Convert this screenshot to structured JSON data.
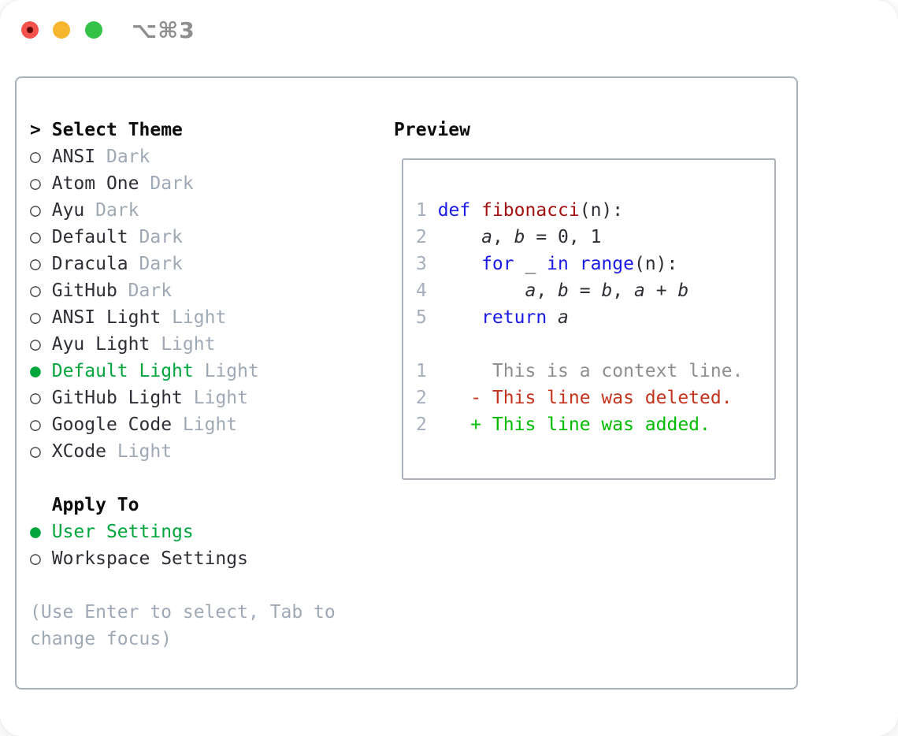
{
  "titlebar": {
    "shortcut": "⌥⌘3",
    "traffic_lights": [
      "close",
      "minimize",
      "zoom"
    ],
    "close_has_unsaved_dot": true
  },
  "colors": {
    "text": "#2e2e36",
    "heading": "#0b0b0d",
    "muted": "#9fa9b6",
    "bullet": "#41414a",
    "green": "#00a63c",
    "kw": "#1919e6",
    "fn": "#a31212",
    "del": "#c5331d",
    "add": "#00bb00",
    "ctx": "#8e8e8e",
    "ln": "#a4aebc",
    "border": "#aab1bc",
    "traffic_red": "#f4534d",
    "traffic_red_dot": "#5f0a05",
    "traffic_yellow": "#f6b62f",
    "traffic_green": "#33c148",
    "shortcut": "#8e8e8e"
  },
  "glyphs": {
    "header_prefix": ">",
    "radio_unselected": "○",
    "radio_selected": "●"
  },
  "theme_panel": {
    "header": {
      "prefix": ">",
      "label": "Select Theme"
    },
    "themes": [
      {
        "name": "ANSI",
        "variant": "Dark",
        "selected": false
      },
      {
        "name": "Atom One",
        "variant": "Dark",
        "selected": false
      },
      {
        "name": "Ayu",
        "variant": "Dark",
        "selected": false
      },
      {
        "name": "Default",
        "variant": "Dark",
        "selected": false
      },
      {
        "name": "Dracula",
        "variant": "Dark",
        "selected": false
      },
      {
        "name": "GitHub",
        "variant": "Dark",
        "selected": false
      },
      {
        "name": "ANSI Light",
        "variant": "Light",
        "selected": false
      },
      {
        "name": "Ayu Light",
        "variant": "Light",
        "selected": false
      },
      {
        "name": "Default Light",
        "variant": "Light",
        "selected": true
      },
      {
        "name": "GitHub Light",
        "variant": "Light",
        "selected": false
      },
      {
        "name": "Google Code",
        "variant": "Light",
        "selected": false
      },
      {
        "name": "XCode",
        "variant": "Light",
        "selected": false
      }
    ],
    "apply_to": {
      "header": "Apply To",
      "options": [
        {
          "label": "User Settings",
          "selected": true
        },
        {
          "label": "Workspace Settings",
          "selected": false
        }
      ]
    },
    "hint_lines": [
      "(Use Enter to select, Tab to",
      "change focus)"
    ]
  },
  "preview": {
    "title": "Preview",
    "lines": [
      {
        "num": "1",
        "segments": [
          [
            "def",
            "kw"
          ],
          [
            " ",
            "pl"
          ],
          [
            "fibonacci",
            "fn"
          ],
          [
            "(n):",
            "pl"
          ]
        ]
      },
      {
        "num": "2",
        "segments": [
          [
            "    ",
            "pl"
          ],
          [
            "a",
            "var"
          ],
          [
            ", ",
            "pl"
          ],
          [
            "b",
            "var"
          ],
          [
            " = 0, 1",
            "pl"
          ]
        ]
      },
      {
        "num": "3",
        "segments": [
          [
            "    ",
            "pl"
          ],
          [
            "for",
            "kw"
          ],
          [
            " _ ",
            "pl"
          ],
          [
            "in",
            "kw"
          ],
          [
            " ",
            "pl"
          ],
          [
            "range",
            "kw"
          ],
          [
            "(n):",
            "pl"
          ]
        ]
      },
      {
        "num": "4",
        "segments": [
          [
            "        ",
            "pl"
          ],
          [
            "a",
            "var"
          ],
          [
            ", ",
            "pl"
          ],
          [
            "b",
            "var"
          ],
          [
            " = ",
            "pl"
          ],
          [
            "b",
            "var"
          ],
          [
            ", ",
            "pl"
          ],
          [
            "a",
            "var"
          ],
          [
            " + ",
            "pl"
          ],
          [
            "b",
            "var"
          ]
        ]
      },
      {
        "num": "5",
        "segments": [
          [
            "    ",
            "pl"
          ],
          [
            "return",
            "kw"
          ],
          [
            " ",
            "pl"
          ],
          [
            "a",
            "var"
          ]
        ]
      },
      {
        "num": "",
        "segments": []
      },
      {
        "num": "1",
        "segments": [
          [
            "     This is a context line.",
            "ctx"
          ]
        ]
      },
      {
        "num": "2",
        "segments": [
          [
            "   - This line was deleted.",
            "del"
          ]
        ]
      },
      {
        "num": "2",
        "segments": [
          [
            "   + This line was added.",
            "add"
          ]
        ]
      }
    ]
  }
}
